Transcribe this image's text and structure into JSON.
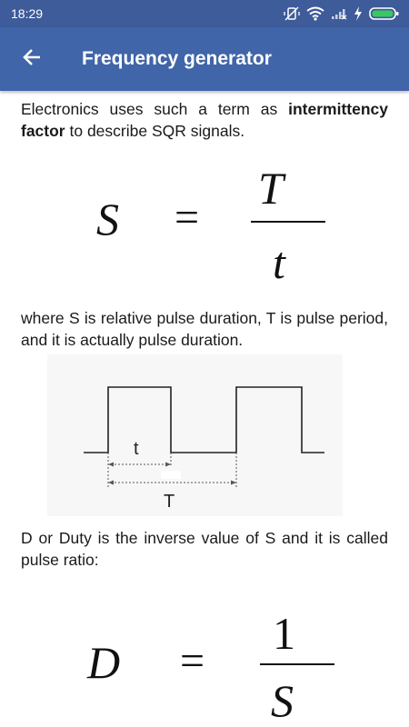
{
  "status_bar": {
    "time": "18:29",
    "icons": [
      "vibrate-off-icon",
      "wifi-icon",
      "signal-icon",
      "charging-icon",
      "battery-icon"
    ]
  },
  "app_bar": {
    "back_icon": "arrow-left-icon",
    "title": "Frequency generator",
    "color": "#4065a8"
  },
  "content": {
    "para1_prefix": "Electronics uses such a term as ",
    "para1_bold": "intermittency factor",
    "para1_suffix": " to describe SQR signals.",
    "formula1": {
      "lhs": "S",
      "eq": "=",
      "numerator": "T",
      "denominator": "t"
    },
    "para2": "where S is relative pulse duration, T is pulse period, and it is actually pulse duration.",
    "diagram": {
      "label_t": "t",
      "label_T": "T"
    },
    "para3": "D or Duty is the inverse value of S and it is called pulse ratio:",
    "formula2": {
      "lhs": "D",
      "eq": "=",
      "numerator": "1",
      "denominator": "S"
    }
  }
}
